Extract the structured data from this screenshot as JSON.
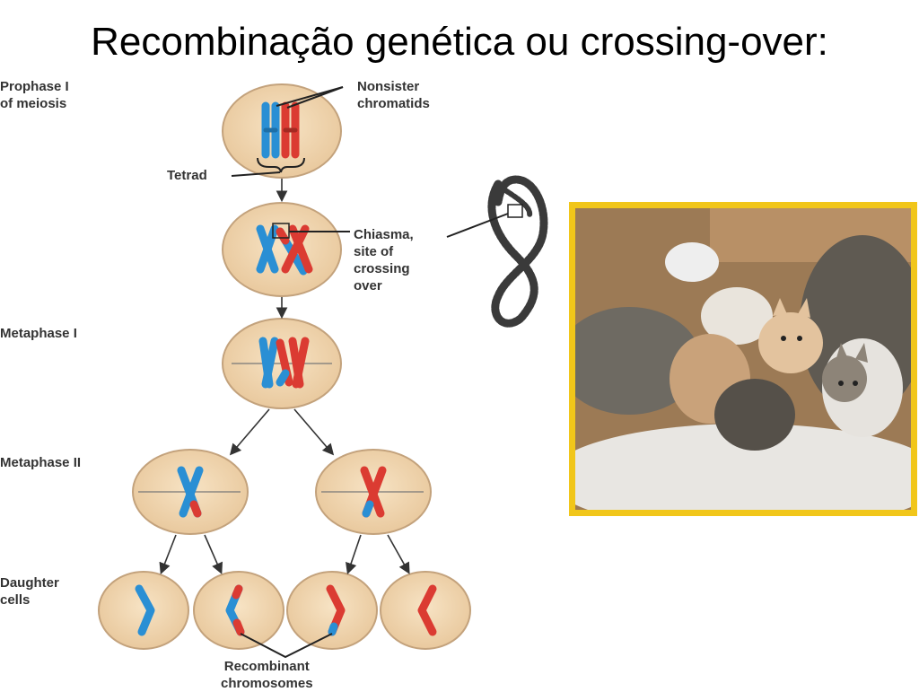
{
  "title": "Recombinação genética ou crossing-over:",
  "labels": {
    "prophase": "Prophase I\nof meiosis",
    "nonsister": "Nonsister\nchromatids",
    "tetrad": "Tetrad",
    "chiasma": "Chiasma,\nsite of\ncrossing\nover",
    "metaphase1": "Metaphase I",
    "metaphase2": "Metaphase II",
    "daughter": "Daughter\ncells",
    "recombinant": "Recombinant\nchromosomes"
  },
  "colors": {
    "cell_fill": "#efd3ac",
    "cell_stroke": "#c3a27c",
    "chromosome_blue": "#2a8fd4",
    "chromosome_red": "#db3b32",
    "photo_border": "#f1c61a"
  },
  "photo": {
    "subject": "litter of kittens"
  }
}
